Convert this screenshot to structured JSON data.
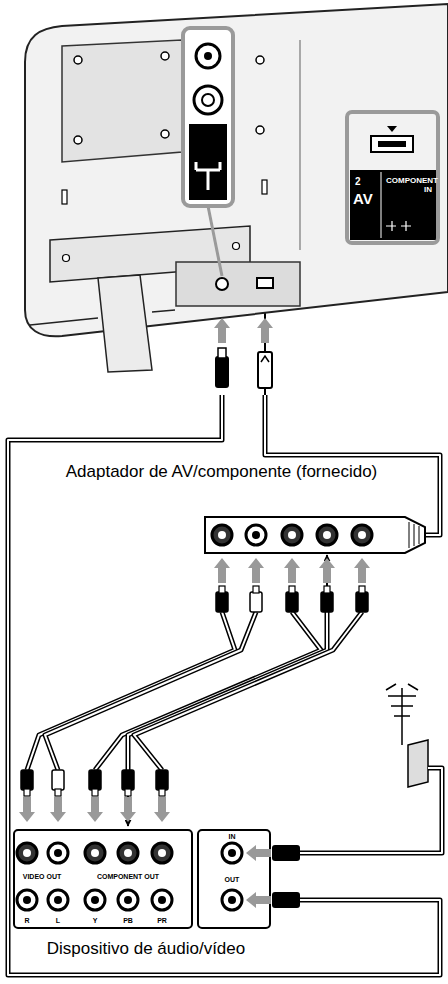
{
  "diagram": {
    "nodes": [
      {
        "text": [
          "2",
          "AV",
          "COMPONENT IN"
        ]
      },
      {
        "text": [
          "Adaptador de AV/componente (fornecido)"
        ]
      },
      {
        "text": [
          "Dispositivo de áudio/vídeo"
        ]
      }
    ],
    "edges": [
      {
        "from": 1,
        "to": 0,
        "arrow": "to"
      },
      {
        "from": 2,
        "to": 1,
        "arrow": "both"
      }
    ],
    "labels": [
      "VIDEO OUT",
      "COMPONENT OUT",
      "R",
      "L",
      "Y",
      "PB",
      "PR",
      "IN",
      "OUT"
    ]
  }
}
